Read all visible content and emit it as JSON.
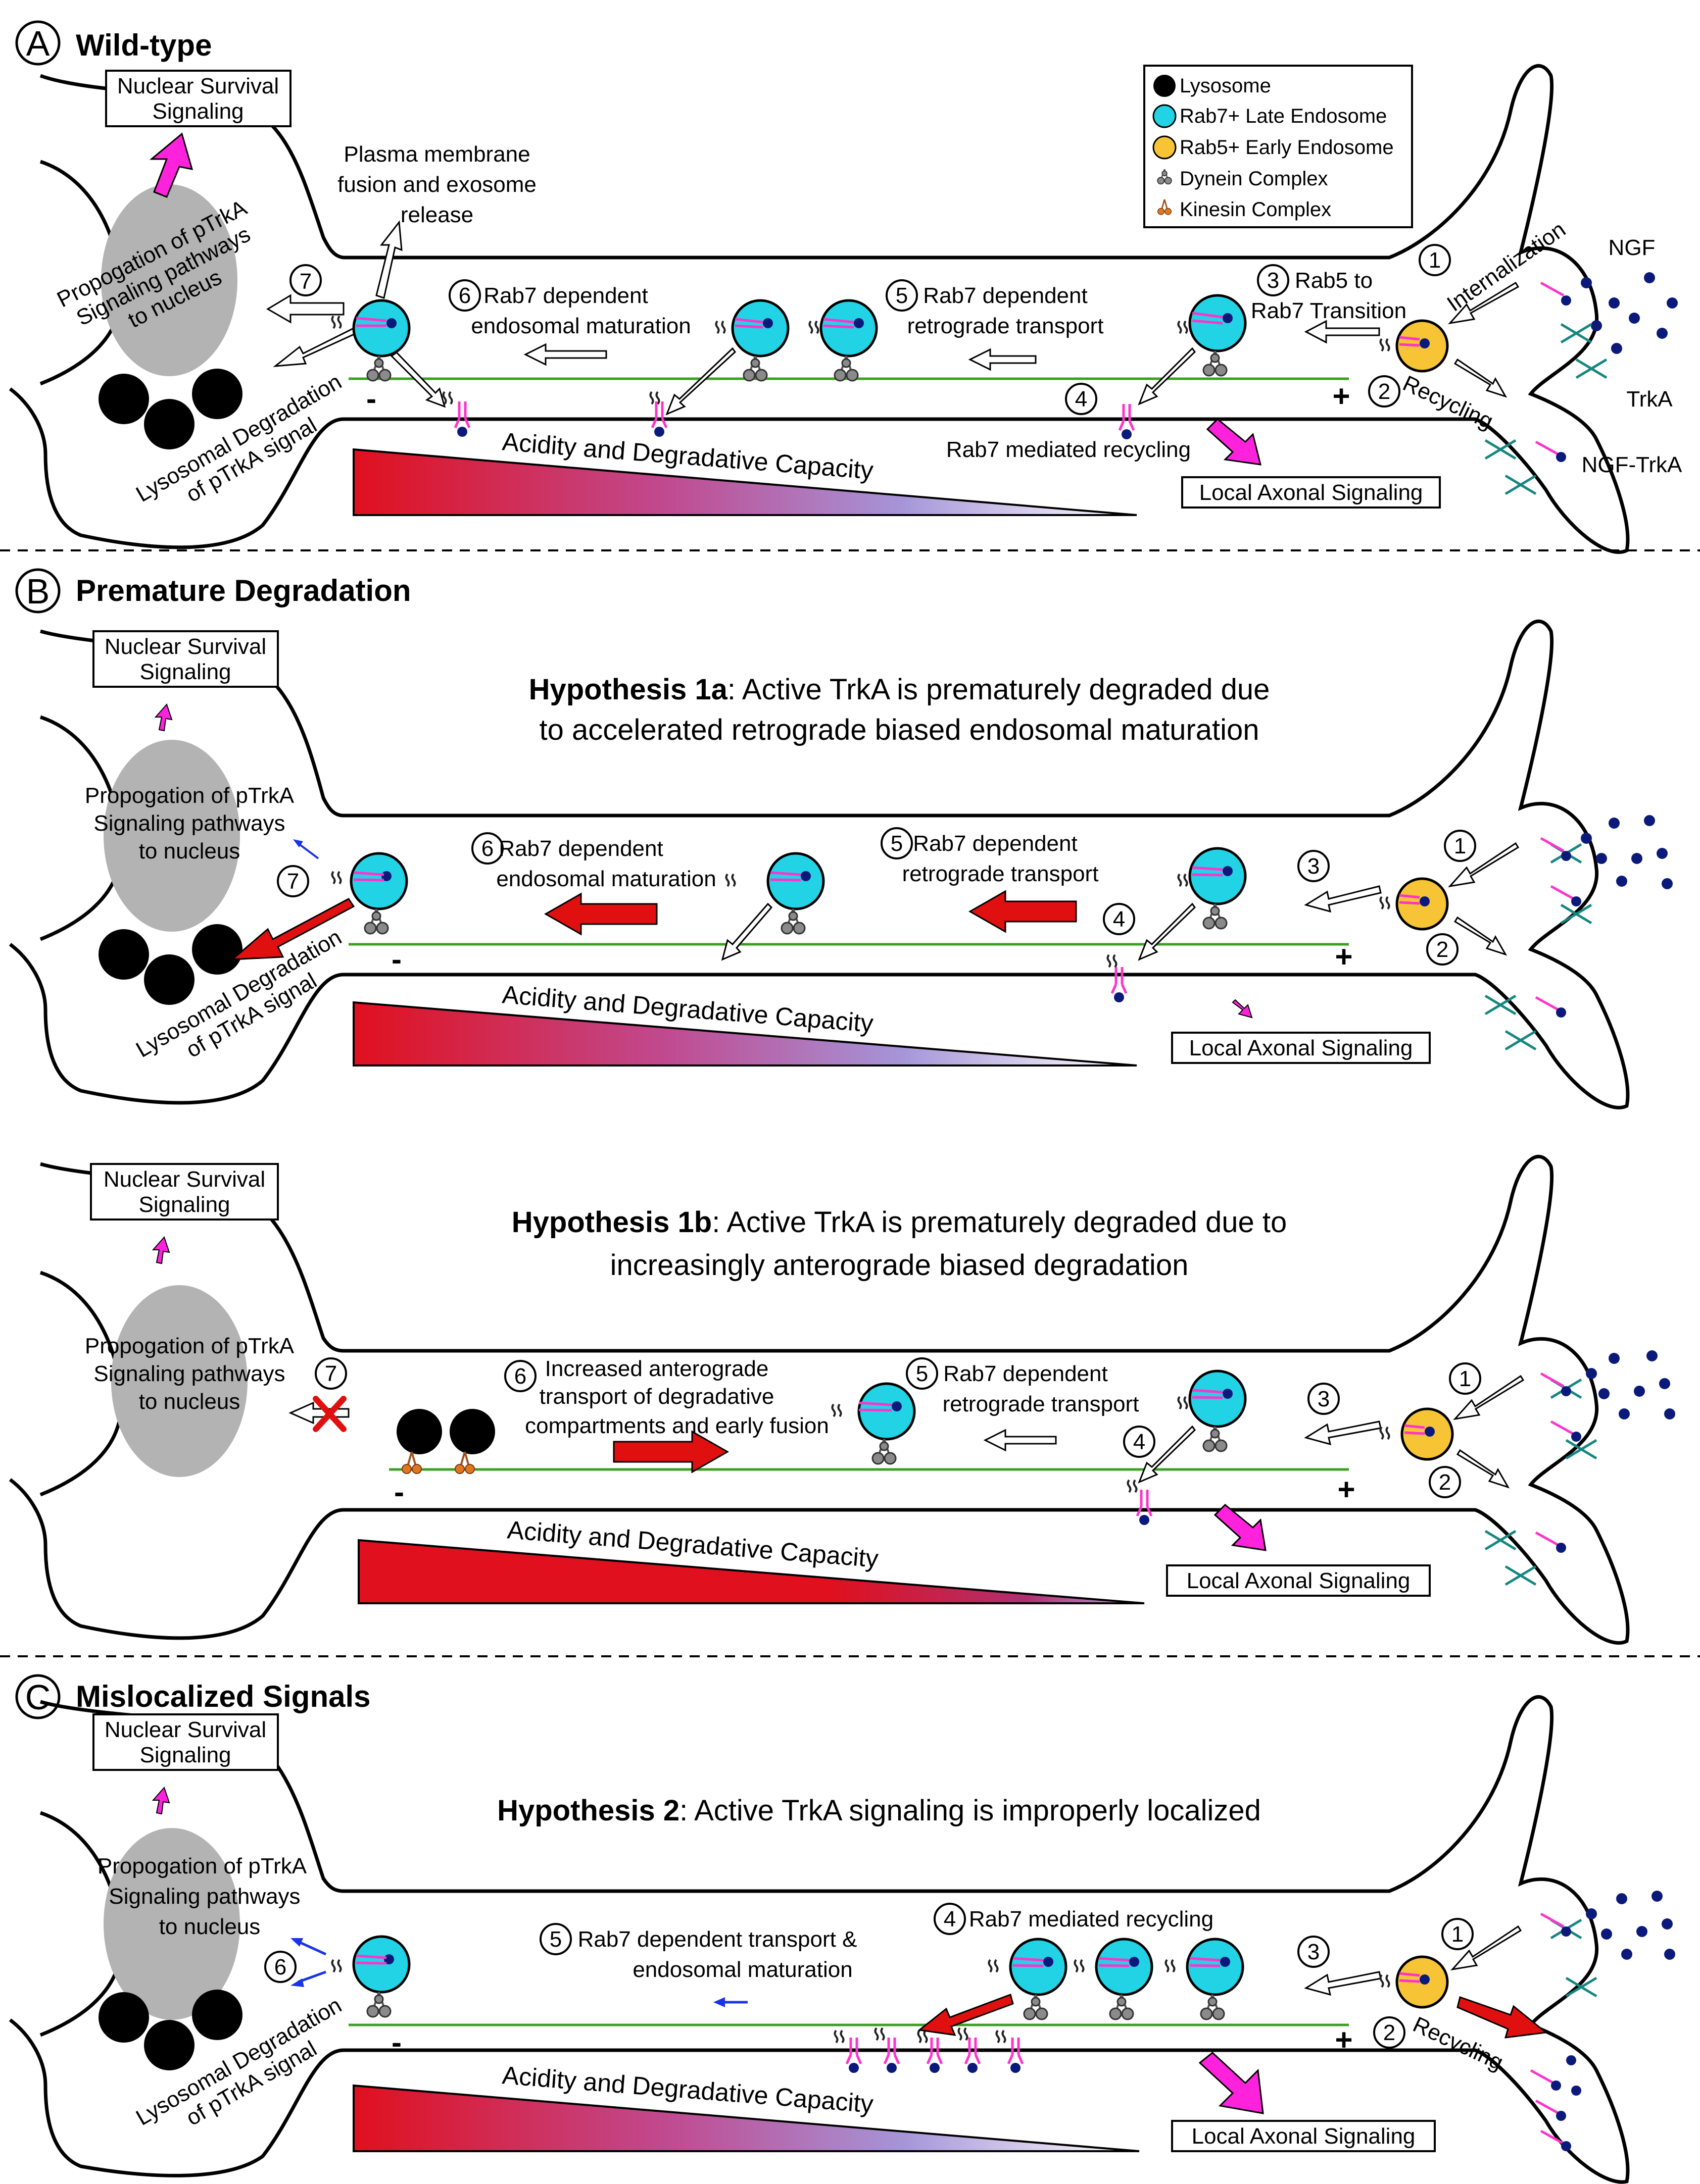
{
  "colors": {
    "lysosome": "#000000",
    "late_endosome": "#22d3e6",
    "early_endosome": "#f7c435",
    "membrane": "#000000",
    "microtubule": "#3aa020",
    "trka": "#ff33cc",
    "trka_stem": "#16877f",
    "ngf": "#0b1a7a",
    "nucleus": "#b3b3b3",
    "dynein": "#8a8a8a",
    "kinesin": "#e0761f",
    "signal_arrow": "#ff22dd",
    "red_arrow": "#e01010",
    "blue_arrow": "#1a33e6",
    "gradient": [
      "#e0101e",
      "#c84a8a",
      "#9a8ad0",
      "#ffffff"
    ]
  },
  "legend": {
    "items": [
      {
        "icon": "lysosome-icon",
        "label": "Lysosome"
      },
      {
        "icon": "late-endosome-icon",
        "label": "Rab7+ Late Endosome"
      },
      {
        "icon": "early-endosome-icon",
        "label": "Rab5+ Early Endosome"
      },
      {
        "icon": "dynein-icon",
        "label": "Dynein Complex"
      },
      {
        "icon": "kinesin-icon",
        "label": "Kinesin Complex"
      }
    ]
  },
  "panelA": {
    "letter": "A",
    "title": "Wild-type",
    "nuclear": [
      "Nuclear Survival",
      "Signaling"
    ],
    "propagation": [
      "Propogation of pTrkA",
      "Signaling pathways",
      "to nucleus"
    ],
    "exosome": [
      "Plasma membrane",
      "fusion and exosome",
      "release"
    ],
    "lysosomal": [
      "Lysosomal Degradation",
      "of pTrkA signal"
    ],
    "step7": "7",
    "step6": "6",
    "step6_label": [
      "Rab7 dependent",
      "endosomal maturation"
    ],
    "step5": "5",
    "step5_label": [
      "Rab7 dependent",
      "retrograde transport"
    ],
    "step4": "4",
    "step3": "3",
    "step3_label": [
      "Rab5 to",
      "Rab7 Transition"
    ],
    "step2": "2",
    "step2_label": "Recycling",
    "step1": "1",
    "step1_label": "Internalization",
    "recycling_label": "Rab7 mediated recycling",
    "local": "Local Axonal Signaling",
    "ngf": "NGF",
    "trka": "TrkA",
    "ngf_trka": "NGF-TrkA",
    "gradient": "Acidity and Degradative Capacity",
    "minus": "-",
    "plus": "+"
  },
  "panelB1": {
    "letter": "B",
    "title": "Premature Degradation",
    "hyp_bold": "Hypothesis 1a",
    "hyp_line1": ": Active TrkA is prematurely degraded due",
    "hyp_line2": "to accelerated retrograde biased endosomal maturation",
    "nuclear": [
      "Nuclear Survival",
      "Signaling"
    ],
    "propagation": [
      "Propogation of pTrkA",
      "Signaling pathways",
      "to nucleus"
    ],
    "lysosomal": [
      "Lysosomal Degradation",
      "of pTrkA signal"
    ],
    "step7": "7",
    "step6": "6",
    "step6_label": [
      "Rab7 dependent",
      "endosomal maturation"
    ],
    "step5": "5",
    "step5_label": [
      "Rab7 dependent",
      "retrograde transport"
    ],
    "step4": "4",
    "step3": "3",
    "step2": "2",
    "step1": "1",
    "gradient": "Acidity and Degradative Capacity",
    "local": "Local Axonal Signaling",
    "minus": "-",
    "plus": "+"
  },
  "panelB2": {
    "hyp_bold": "Hypothesis 1b",
    "hyp_line1": ": Active TrkA is prematurely degraded due to",
    "hyp_line2": "increasingly anterograde biased degradation",
    "nuclear": [
      "Nuclear Survival",
      "Signaling"
    ],
    "propagation": [
      "Propogation of pTrkA",
      "Signaling pathways",
      "to nucleus"
    ],
    "step7": "7",
    "step6": "6",
    "step6_label": [
      "Increased anterograde",
      "transport of degradative",
      "compartments and early fusion"
    ],
    "step5": "5",
    "step5_label": [
      "Rab7 dependent",
      "retrograde transport"
    ],
    "step4": "4",
    "step3": "3",
    "step2": "2",
    "step1": "1",
    "gradient": "Acidity and Degradative Capacity",
    "local": "Local Axonal Signaling",
    "minus": "-",
    "plus": "+"
  },
  "panelC": {
    "letter": "C",
    "title": "Mislocalized Signals",
    "hyp_bold": "Hypothesis 2",
    "hyp_line1": ": Active TrkA signaling is improperly localized",
    "nuclear": [
      "Nuclear Survival",
      "Signaling"
    ],
    "propagation": [
      "Propogation of pTrkA",
      "Signaling pathways",
      "to nucleus"
    ],
    "lysosomal": [
      "Lysosomal Degradation",
      "of pTrkA signal"
    ],
    "step6": "6",
    "step5": "5",
    "step5_label": [
      "Rab7 dependent transport &",
      "endosomal maturation"
    ],
    "step4": "4",
    "step4_label": "Rab7 mediated recycling",
    "step3": "3",
    "step2": "2",
    "step2_label": "Recycling",
    "step1": "1",
    "gradient": "Acidity and Degradative Capacity",
    "local": "Local Axonal Signaling",
    "minus": "-",
    "plus": "+"
  }
}
